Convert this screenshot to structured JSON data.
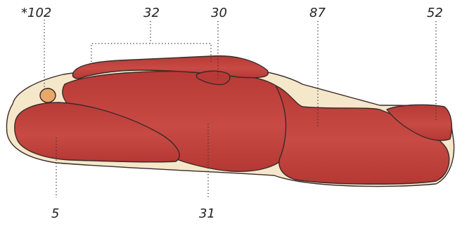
{
  "labels": {
    "l102": "*102",
    "l32": "32",
    "l30": "30",
    "l87": "87",
    "l52": "52",
    "l5": "5",
    "l31": "31"
  },
  "colors": {
    "muscle": "#c0433f",
    "muscle_dark": "#a8332f",
    "fat": "#f5e7c9",
    "gland": "#e8a868",
    "outline": "#3a2a2a"
  }
}
